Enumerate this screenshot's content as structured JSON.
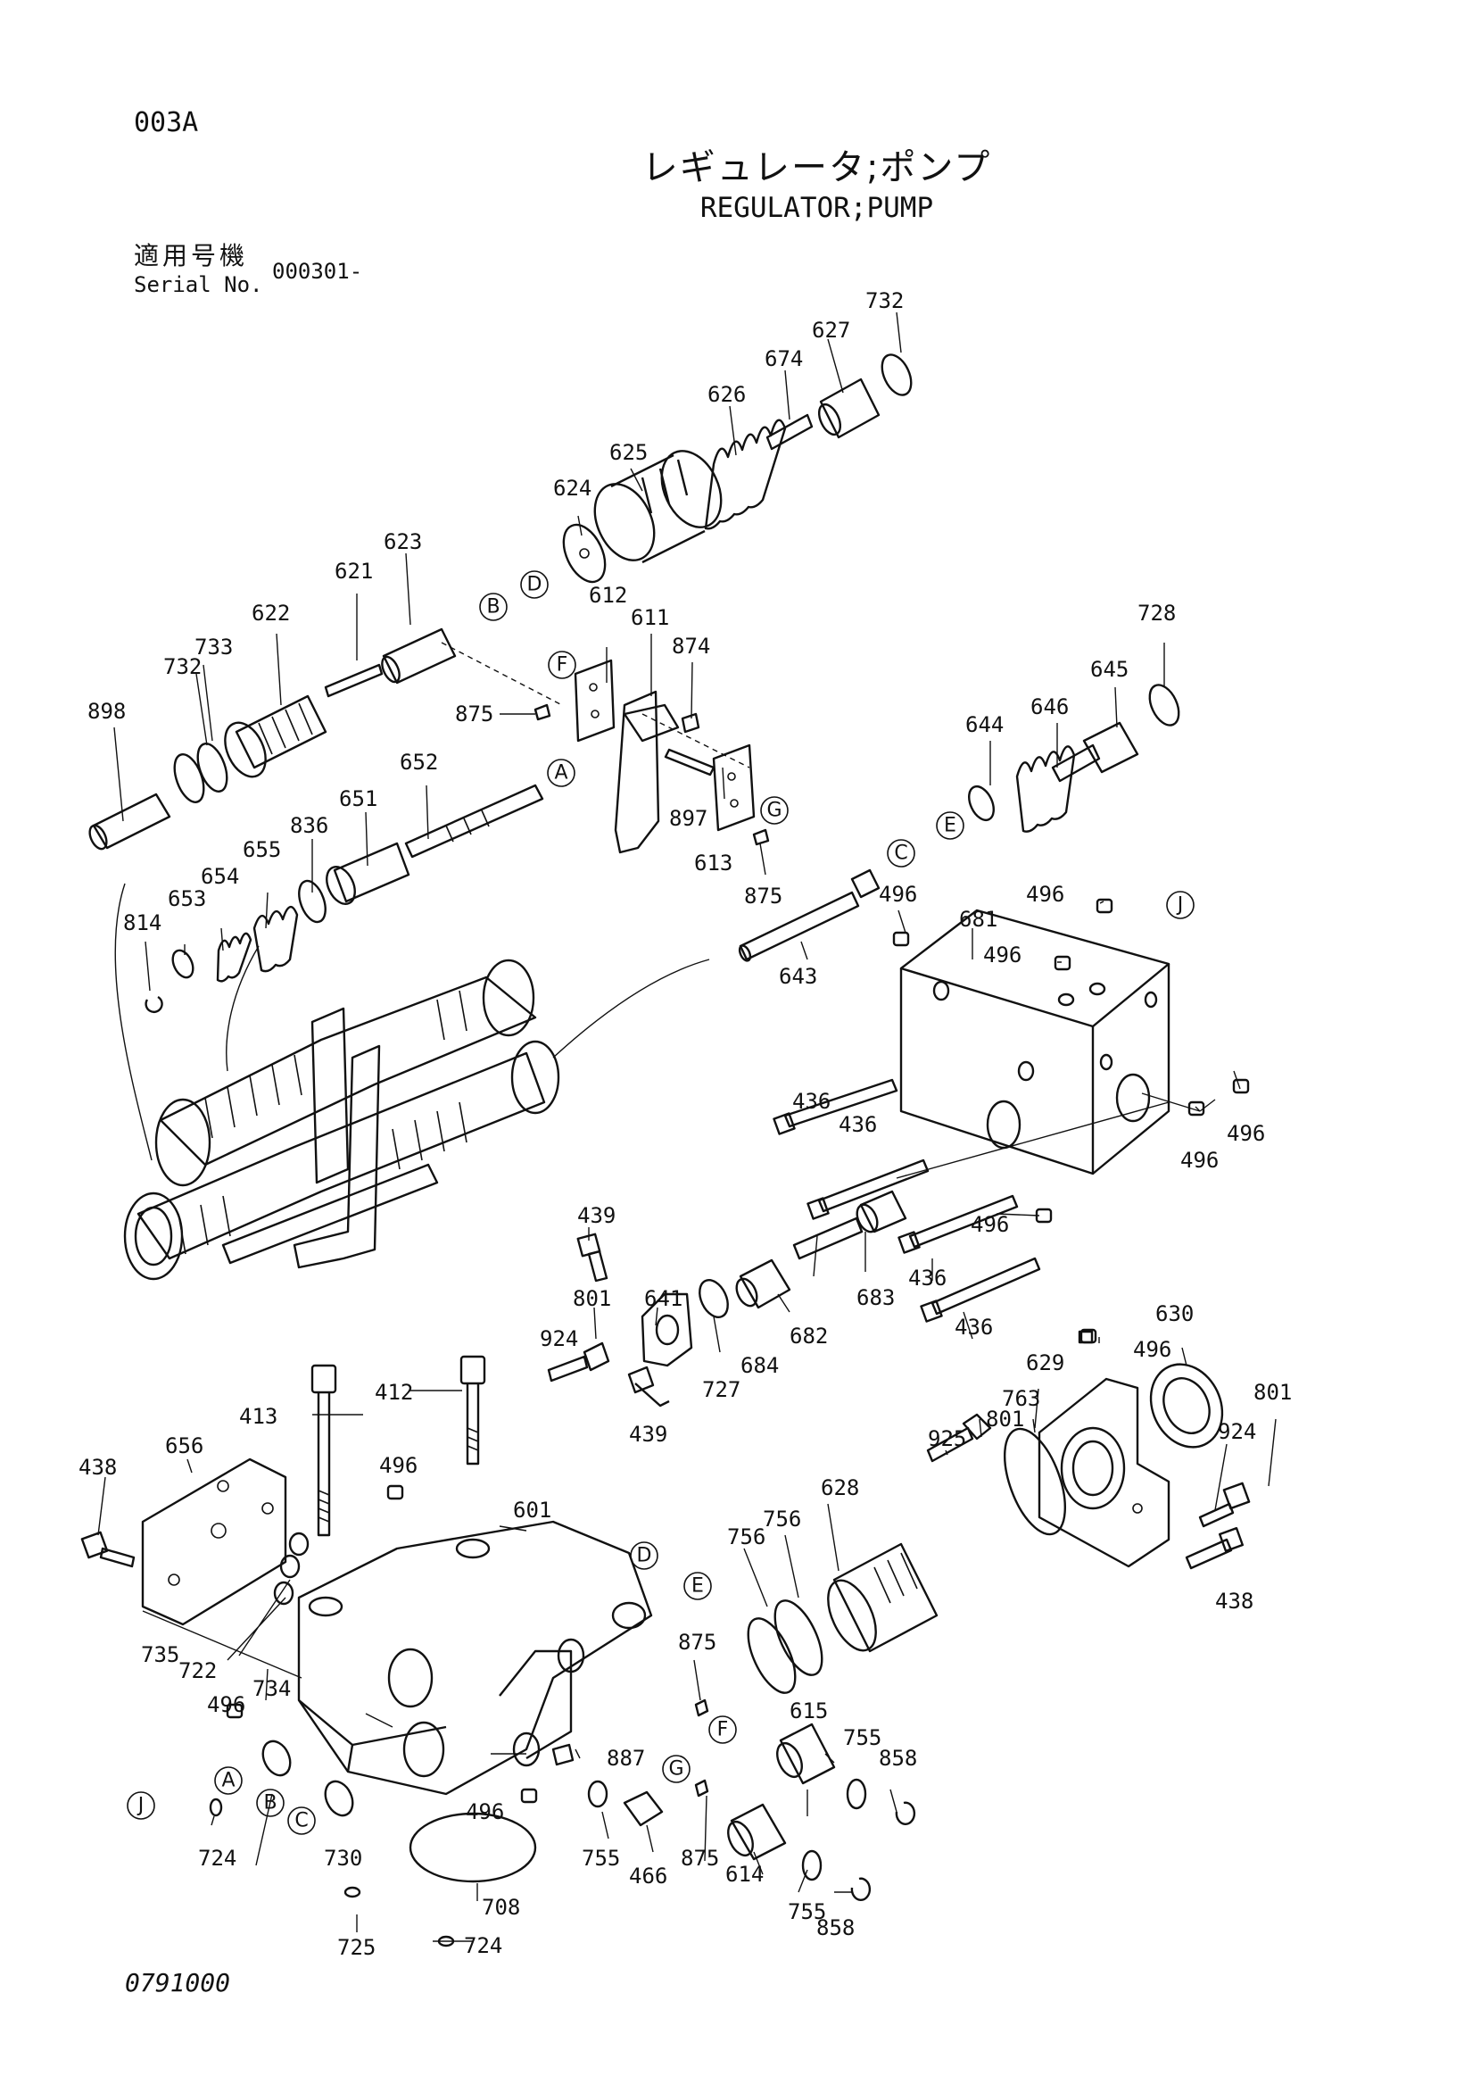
{
  "header": {
    "code": "003A",
    "title_jp": "レギュレータ;ポンプ",
    "title_en": "REGULATOR;PUMP",
    "serial_label_jp": "適用号機",
    "serial_label_en": "Serial No.",
    "serial_value": "000301-"
  },
  "footer": {
    "drawing_no": "0791000"
  },
  "part_numbers": [
    "732",
    "627",
    "674",
    "626",
    "625",
    "624",
    "623",
    "621",
    "622",
    "733",
    "898",
    "612",
    "611",
    "874",
    "875",
    "897",
    "613",
    "652",
    "651",
    "836",
    "655",
    "654",
    "653",
    "814",
    "728",
    "645",
    "646",
    "644",
    "643",
    "681",
    "496",
    "436",
    "439",
    "641",
    "801",
    "924",
    "727",
    "684",
    "682",
    "683",
    "630",
    "629",
    "763",
    "925",
    "628",
    "756",
    "413",
    "412",
    "438",
    "656",
    "601",
    "735",
    "722",
    "734",
    "724",
    "730",
    "725",
    "708",
    "887",
    "466",
    "755",
    "615",
    "858",
    "614"
  ],
  "reference_letters": [
    "A",
    "B",
    "C",
    "D",
    "E",
    "F",
    "G",
    "J"
  ]
}
